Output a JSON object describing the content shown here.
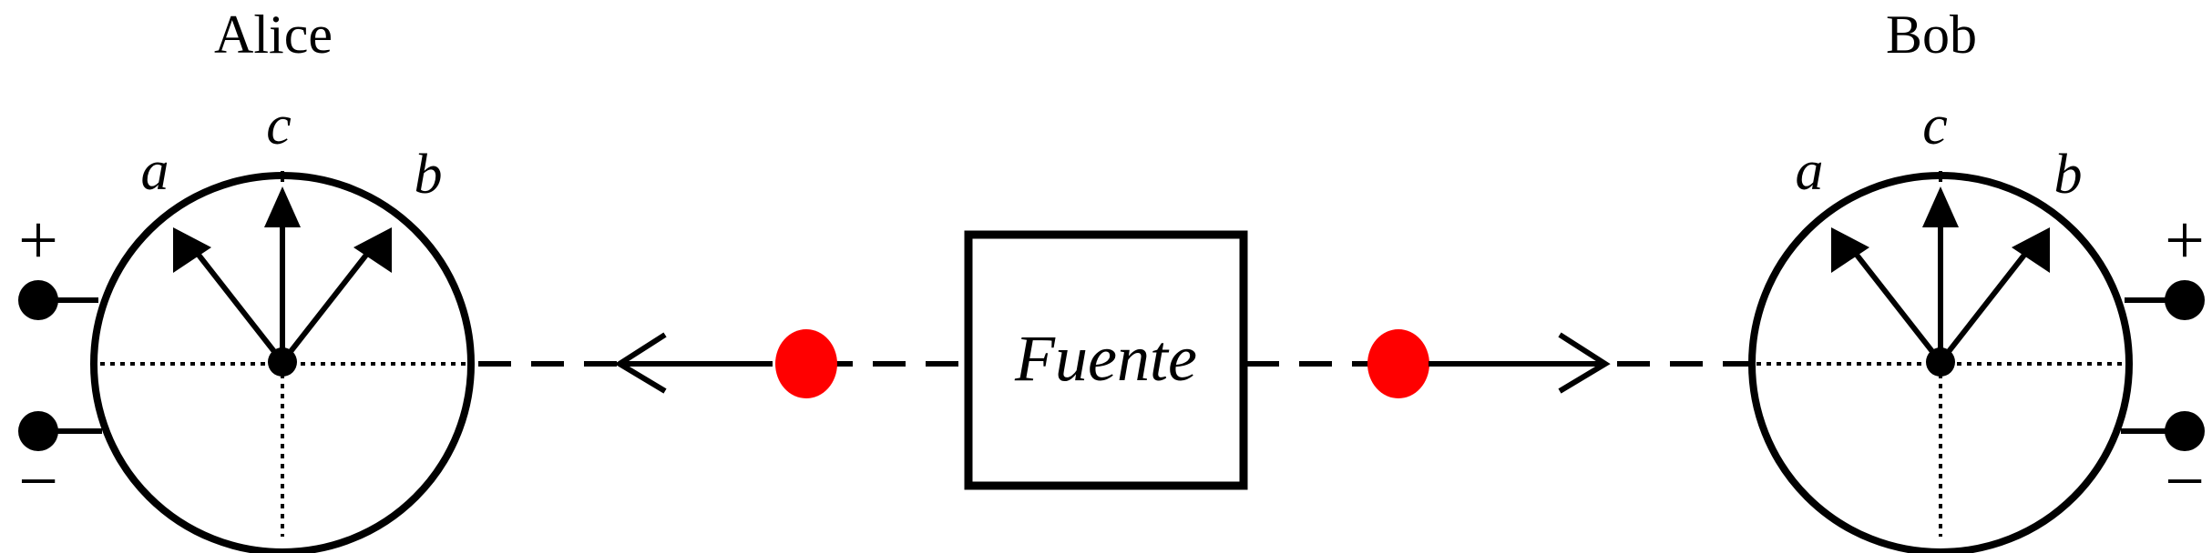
{
  "observers": {
    "left": {
      "name": "Alice",
      "axes": {
        "a": "a",
        "c": "c",
        "b": "b"
      },
      "plus": "+",
      "minus": "−"
    },
    "right": {
      "name": "Bob",
      "axes": {
        "a": "a",
        "c": "c",
        "b": "b"
      },
      "plus": "+",
      "minus": "−"
    }
  },
  "source": {
    "label": "Fuente"
  },
  "colors": {
    "line": "#000000",
    "particle": "#ff0000",
    "background": "#ffffff"
  }
}
